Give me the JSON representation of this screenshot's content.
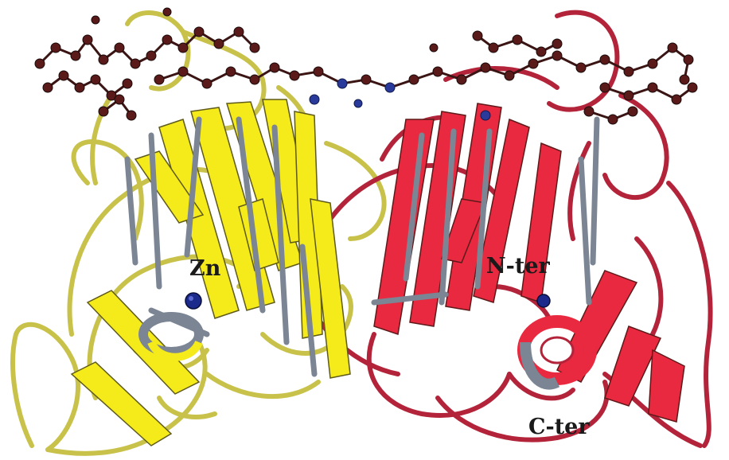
{
  "labels": {
    "zn": "Zn",
    "n_ter": "N-ter",
    "c_ter": "C-ter"
  },
  "colors": {
    "background": "#ffffff",
    "chain_a_strand": "#f5ea1a",
    "chain_a_coil": "#c8c24a",
    "chain_b_strand": "#e8293f",
    "chain_b_coil": "#b3243a",
    "shared_strand_gray": "#7b8593",
    "ligand_atom_dark": "#5a1a1a",
    "ligand_atom_blue": "#2a3a9a",
    "zinc_ion": "#1c2a8c"
  },
  "icons": {
    "zinc_ion": "zinc-ion-sphere-icon",
    "ligand": "ball-and-stick-ligand-icon"
  }
}
